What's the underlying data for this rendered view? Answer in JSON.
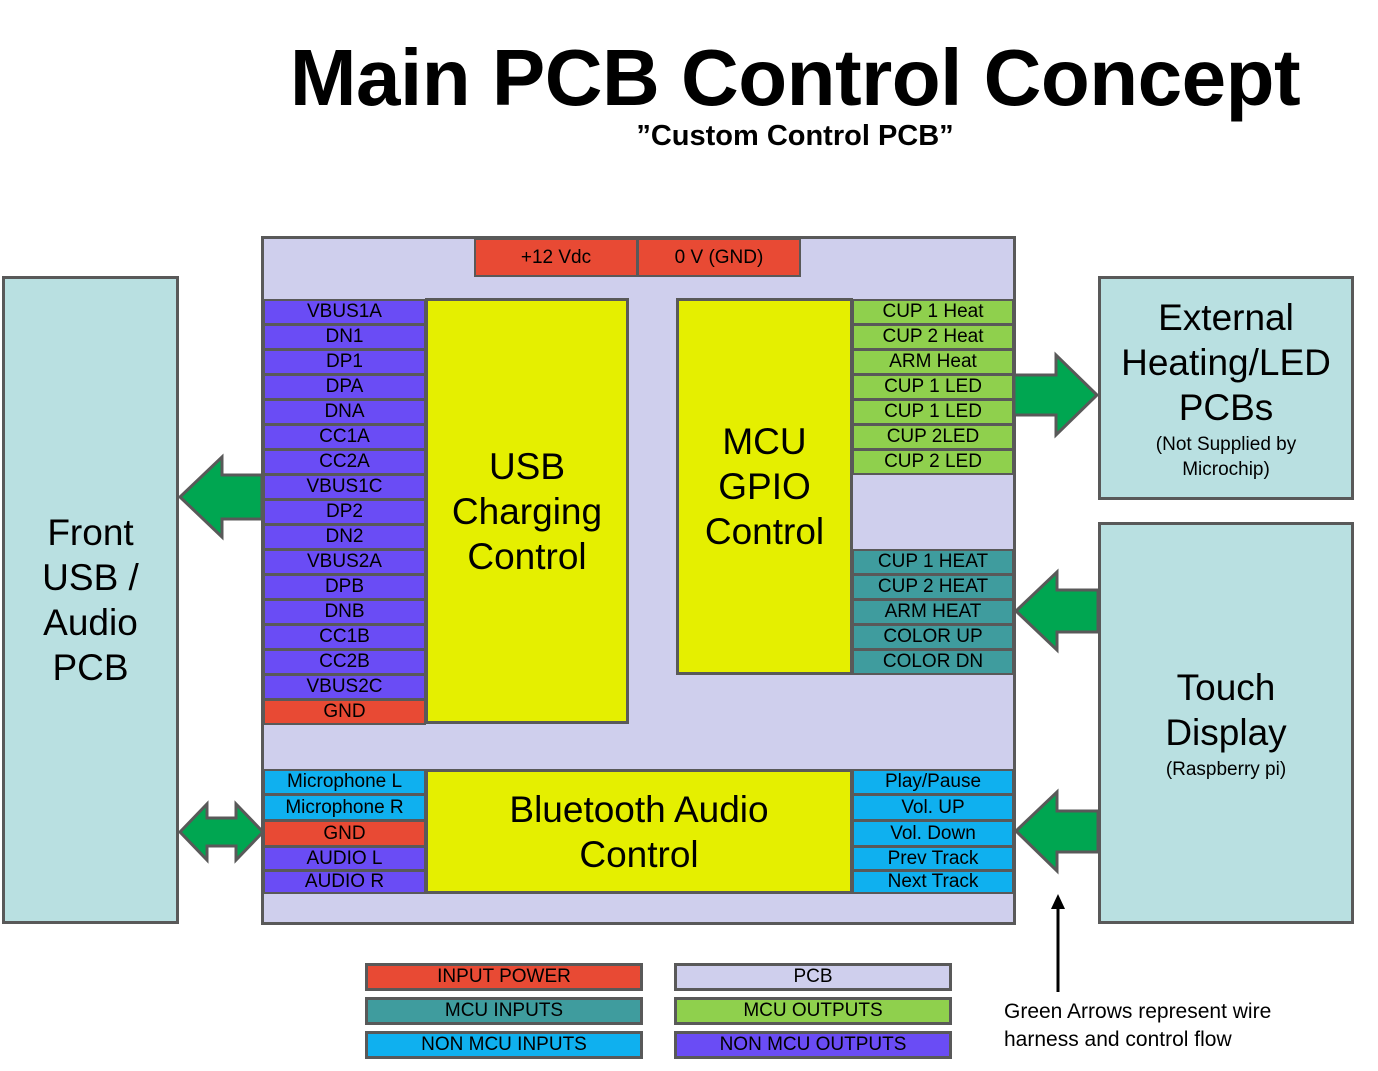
{
  "title": "Main PCB Control Concept",
  "subtitle": "”Custom Control PCB”",
  "colors": {
    "input_power": "#e84a34",
    "pcb": "#cfcfed",
    "mcu_inputs": "#3f9c9e",
    "mcu_outputs": "#8fd04d",
    "non_mcu_inputs": "#0fb0ef",
    "non_mcu_outputs": "#6a4cf5",
    "block": "#e5ef00",
    "external": "#b9e0e1",
    "arrow": "#00a651"
  },
  "power_pins": [
    "+12 Vdc",
    "0 V (GND)"
  ],
  "front_pcb": {
    "label": [
      "Front",
      "USB /",
      "Audio",
      "PCB"
    ]
  },
  "usb_block": {
    "label": [
      "USB",
      "Charging",
      "Control"
    ],
    "pins": [
      {
        "label": "VBUS1A",
        "type": "non_mcu_outputs"
      },
      {
        "label": "DN1",
        "type": "non_mcu_outputs"
      },
      {
        "label": "DP1",
        "type": "non_mcu_outputs"
      },
      {
        "label": "DPA",
        "type": "non_mcu_outputs"
      },
      {
        "label": "DNA",
        "type": "non_mcu_outputs"
      },
      {
        "label": "CC1A",
        "type": "non_mcu_outputs"
      },
      {
        "label": "CC2A",
        "type": "non_mcu_outputs"
      },
      {
        "label": "VBUS1C",
        "type": "non_mcu_outputs"
      },
      {
        "label": "DP2",
        "type": "non_mcu_outputs"
      },
      {
        "label": "DN2",
        "type": "non_mcu_outputs"
      },
      {
        "label": "VBUS2A",
        "type": "non_mcu_outputs"
      },
      {
        "label": "DPB",
        "type": "non_mcu_outputs"
      },
      {
        "label": "DNB",
        "type": "non_mcu_outputs"
      },
      {
        "label": "CC1B",
        "type": "non_mcu_outputs"
      },
      {
        "label": "CC2B",
        "type": "non_mcu_outputs"
      },
      {
        "label": "VBUS2C",
        "type": "non_mcu_outputs"
      },
      {
        "label": "GND",
        "type": "input_power"
      }
    ]
  },
  "mcu_block": {
    "label": [
      "MCU",
      "GPIO",
      "Control"
    ],
    "outputs": [
      "CUP  1 Heat",
      "CUP  2 Heat",
      "ARM  Heat",
      "CUP  1 LED",
      "CUP  1 LED",
      "CUP  2LED",
      "CUP  2 LED"
    ],
    "inputs": [
      "CUP  1 HEAT",
      "CUP  2 HEAT",
      "ARM  HEAT",
      "COLOR  UP",
      "COLOR  DN"
    ]
  },
  "bt_block": {
    "label": [
      "Bluetooth Audio",
      "Control"
    ],
    "left_pins": [
      {
        "label": "Microphone  L",
        "type": "non_mcu_inputs"
      },
      {
        "label": "Microphone  R",
        "type": "non_mcu_inputs"
      },
      {
        "label": "GND",
        "type": "input_power"
      },
      {
        "label": "AUDIO  L",
        "type": "non_mcu_outputs"
      },
      {
        "label": "AUDIO  R",
        "type": "non_mcu_outputs"
      }
    ],
    "right_pins": [
      "Play/Pause",
      "Vol.  UP",
      "Vol.  Down",
      "Prev  Track",
      "Next  Track"
    ]
  },
  "external": {
    "label": [
      "External",
      "Heating/LED",
      "PCBs"
    ],
    "sublabel": [
      "(Not Supplied by",
      "Microchip)"
    ]
  },
  "touch": {
    "label": [
      "Touch",
      "Display"
    ],
    "sublabel": "(Raspberry pi)"
  },
  "legend": [
    {
      "label": "INPUT  POWER",
      "type": "input_power"
    },
    {
      "label": "PCB",
      "type": "pcb"
    },
    {
      "label": "MCU  INPUTS",
      "type": "mcu_inputs"
    },
    {
      "label": "MCU  OUTPUTS",
      "type": "mcu_outputs"
    },
    {
      "label": "NON  MCU  INPUTS",
      "type": "non_mcu_inputs"
    },
    {
      "label": "NON  MCU  OUTPUTS",
      "type": "non_mcu_outputs"
    }
  ],
  "note": [
    "Green Arrows represent wire",
    "harness and control flow"
  ]
}
